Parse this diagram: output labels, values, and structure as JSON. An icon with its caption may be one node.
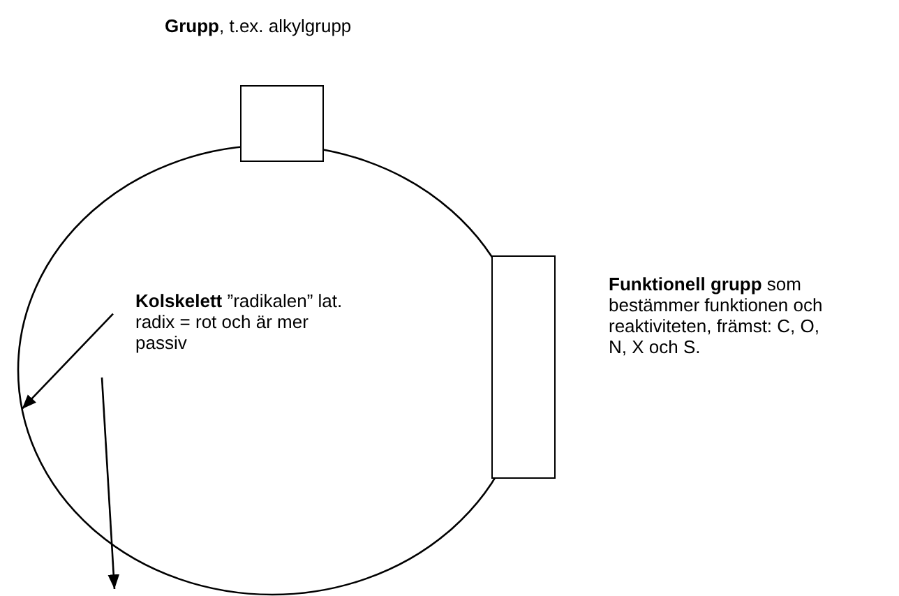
{
  "diagram": {
    "nodes": [
      {
        "text": [],
        "shape": "circle"
      },
      {
        "text": [],
        "shape": "box",
        "beside": [
          "**Grupp**, t.ex. alkylgrupp"
        ]
      },
      {
        "text": [],
        "shape": "box",
        "beside": [
          "**Funktionell grupp** som bestämmer funktionen och reaktiviteten, främst: C, O, N, X och S."
        ]
      },
      {
        "text": [
          "**Kolskelett** ”radikalen” lat. radix = rot och är mer passiv"
        ],
        "in": 0
      }
    ],
    "edges": [
      {
        "from": 3,
        "to": 0,
        "arrow": "to"
      },
      {
        "from": 3,
        "to": null,
        "arrow": "to"
      }
    ]
  }
}
